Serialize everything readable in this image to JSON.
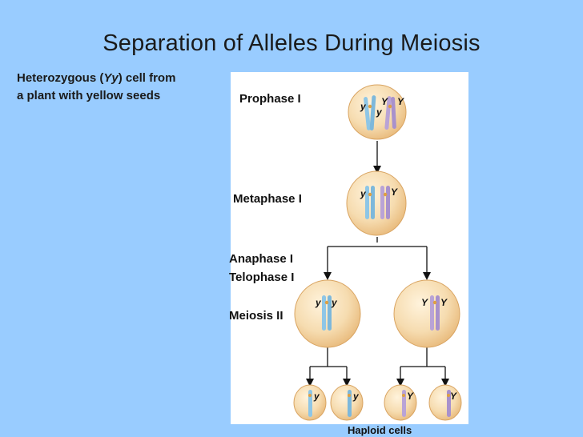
{
  "title": "Separation of Alleles During Meiosis",
  "intro": {
    "line1_prefix": "Heterozygous (",
    "line1_genotype": "Yy",
    "line1_suffix": ") cell from",
    "line2": "a plant with yellow seeds"
  },
  "stages": {
    "prophase": "Prophase I",
    "metaphase": "Metaphase I",
    "anaphase": "Anaphase I",
    "telophase": "Telophase I",
    "meiosis2": "Meiosis II"
  },
  "alleles": {
    "recessive": "y",
    "dominant": "Y"
  },
  "footer": "Haploid cells",
  "colors": {
    "background": "#99ccff",
    "panel": "#ffffff",
    "cell_fill": "#f6dcb0",
    "chromosome_blue": "#8ec6e6",
    "chromosome_purple": "#b9a3d6",
    "centromere": "#e0a040"
  }
}
